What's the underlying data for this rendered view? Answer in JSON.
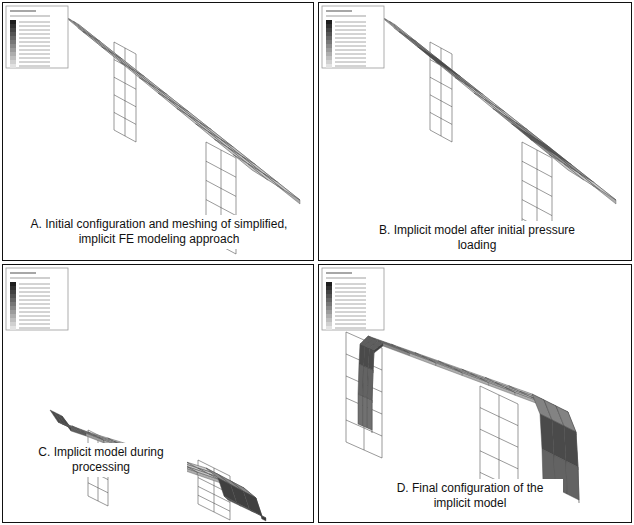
{
  "diagram": {
    "nodes": [
      {
        "text": [
          "A. Initial configuration and meshing of simplified, implicit FE modeling approach"
        ]
      },
      {
        "text": [
          "B. Implicit model after initial pressure loading"
        ]
      },
      {
        "text": [
          "C. Implicit model during processing"
        ]
      },
      {
        "text": [
          "D. Final configuration of the implicit model"
        ]
      }
    ]
  }
}
